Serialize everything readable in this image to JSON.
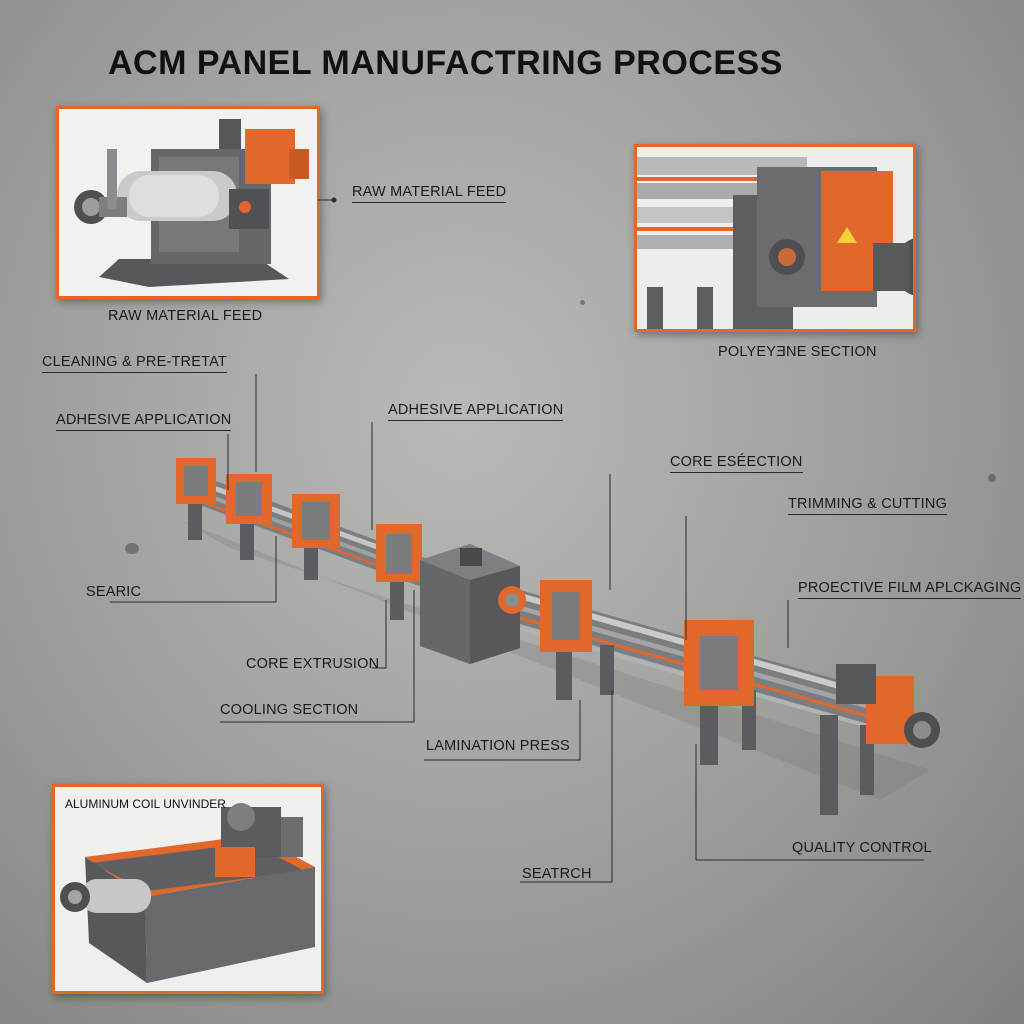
{
  "title": "ACM PANEL MANUFACTRING PROCESS",
  "panels": {
    "raw_feed_caption": "RAW MATERIAL FEED",
    "polyethylene_caption": "POLYEYƎNE SECTION",
    "aluminum_coil_caption": "ALUMINUM COIL UNVINDER"
  },
  "labels": {
    "raw_material_feed": "RAW MATERIAL FEED",
    "cleaning": "CLEANING & PRE-TRETAT",
    "adhesive_left": "ADHESIVE APPLICATION",
    "adhesive_center": "ADHESIVE APPLICATION",
    "core_section": "CORE ESÉECTION",
    "trimming": "TRIMMING & CUTTING",
    "protective_film": "PROECTIVE FILM APLCKAGING",
    "searic": "SEARIC",
    "core_extrusion": "CORE EXTRUSION",
    "cooling": "COOLING SECTION",
    "lamination": "LAMINATION PRESS",
    "quality": "QUALITY CONTROL",
    "seatrch": "SEATRCH"
  },
  "colors": {
    "accent": "#e2672a",
    "machine_gray": "#5f6062",
    "roller": "#b9bcbf"
  }
}
